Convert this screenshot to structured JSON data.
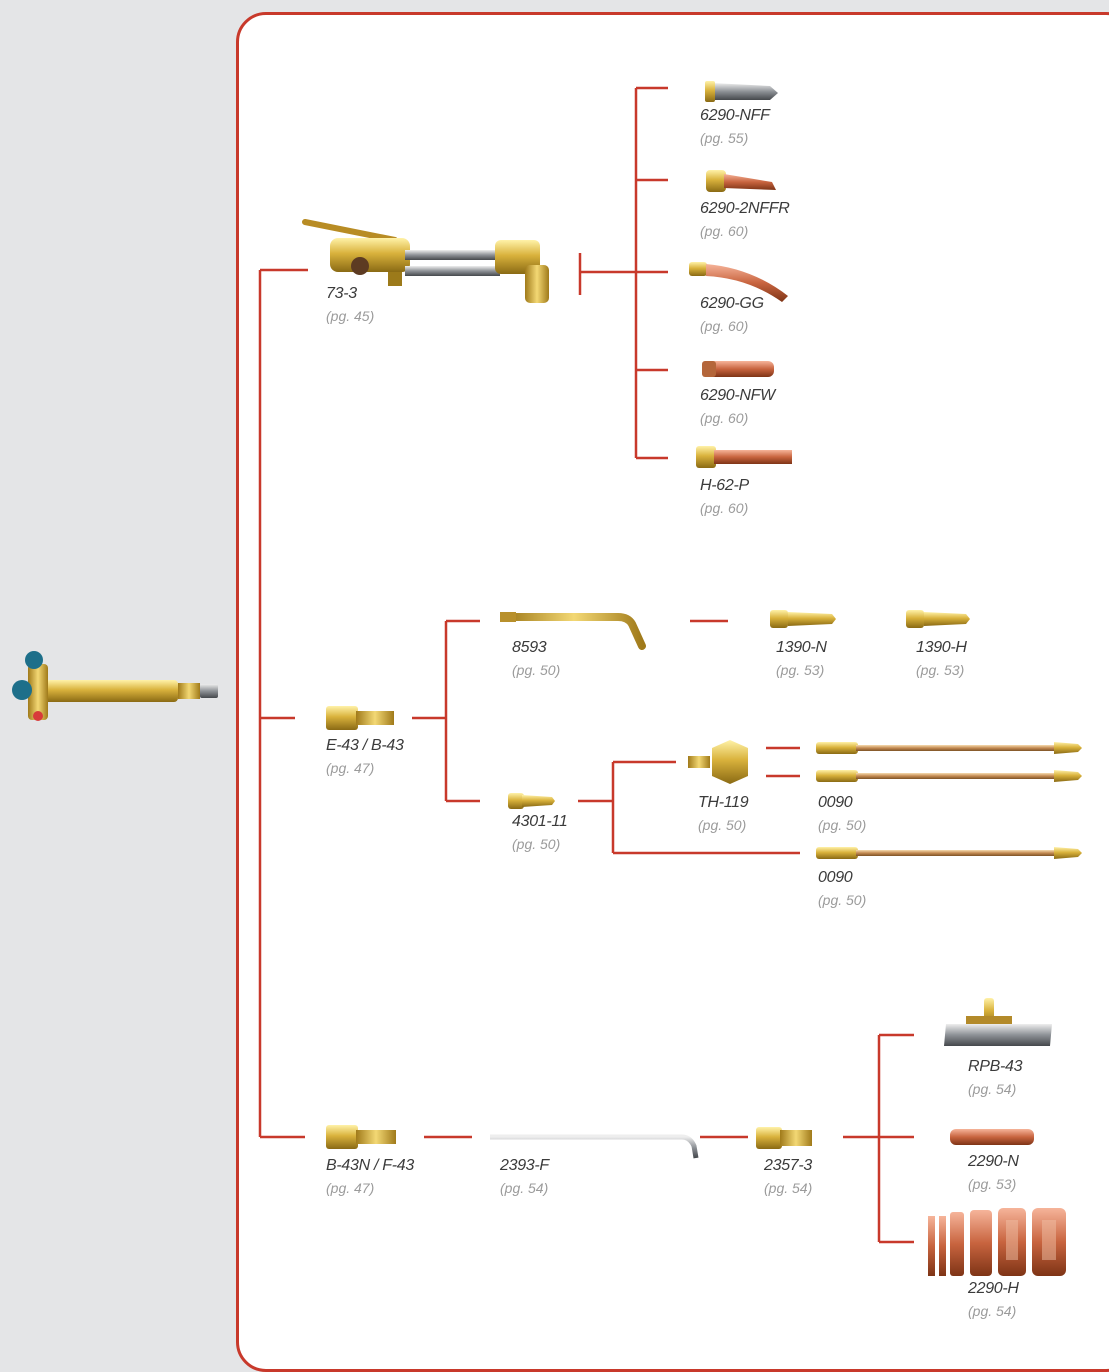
{
  "colors": {
    "line": "#c8392b",
    "frame": "#c8392b",
    "background": "#e4e5e7",
    "panel": "#ffffff"
  },
  "torch": {
    "name": "torch-handle",
    "icon": "welding-torch-handle-image"
  },
  "parts": [
    {
      "id": "p-73-3",
      "number": "73-3",
      "page": "(pg. 45)"
    },
    {
      "id": "p-6290-nff",
      "number": "6290-NFF",
      "page": "(pg. 55)"
    },
    {
      "id": "p-6290-2nffr",
      "number": "6290-2NFFR",
      "page": "(pg. 60)"
    },
    {
      "id": "p-6290-gg",
      "number": "6290-GG",
      "page": "(pg. 60)"
    },
    {
      "id": "p-6290-nfw",
      "number": "6290-NFW",
      "page": "(pg. 60)"
    },
    {
      "id": "p-h-62-p",
      "number": "H-62-P",
      "page": "(pg. 60)"
    },
    {
      "id": "p-8593",
      "number": "8593",
      "page": "(pg. 50)"
    },
    {
      "id": "p-1390-n",
      "number": "1390-N",
      "page": "(pg. 53)"
    },
    {
      "id": "p-1390-h",
      "number": "1390-H",
      "page": "(pg. 53)"
    },
    {
      "id": "p-e-43",
      "number": "E-43 / B-43",
      "page": "(pg. 47)"
    },
    {
      "id": "p-th-119",
      "number": "TH-119",
      "page": "(pg. 50)"
    },
    {
      "id": "p-0090-a",
      "number": "0090",
      "page": "(pg. 50)"
    },
    {
      "id": "p-4301-11",
      "number": "4301-11",
      "page": "(pg. 50)"
    },
    {
      "id": "p-0090-b",
      "number": "0090",
      "page": "(pg. 50)"
    },
    {
      "id": "p-rpb-43",
      "number": "RPB-43",
      "page": "(pg. 54)"
    },
    {
      "id": "p-b-43n",
      "number": "B-43N / F-43",
      "page": "(pg. 47)"
    },
    {
      "id": "p-2393-f",
      "number": "2393-F",
      "page": "(pg. 54)"
    },
    {
      "id": "p-2357-3",
      "number": "2357-3",
      "page": "(pg. 54)"
    },
    {
      "id": "p-2290-n",
      "number": "2290-N",
      "page": "(pg. 53)"
    },
    {
      "id": "p-2290-h",
      "number": "2290-H",
      "page": "(pg. 54)"
    }
  ]
}
